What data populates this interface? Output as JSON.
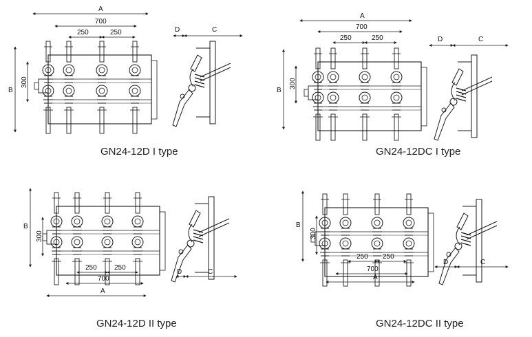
{
  "colors": {
    "ink": "#1a1a1a",
    "paper": "#ffffff"
  },
  "drawings": [
    {
      "caption": "GN24-12D I type",
      "dims": {
        "A": "A",
        "w700": "700",
        "p1": "250",
        "p2": "250",
        "B": "B",
        "h300": "300",
        "D": "D",
        "C": "C"
      }
    },
    {
      "caption": "GN24-12DC I type",
      "dims": {
        "A": "A",
        "w700": "700",
        "p1": "250",
        "p2": "250",
        "B": "B",
        "h300": "300",
        "D": "D",
        "C": "C"
      }
    },
    {
      "caption": "GN24-12D II type",
      "dims": {
        "A": "A",
        "w700": "700",
        "p1": "250",
        "p2": "250",
        "B": "B",
        "h300": "300",
        "D": "D",
        "C": "C"
      }
    },
    {
      "caption": "GN24-12DC II type",
      "dims": {
        "A": "A",
        "w700": "700",
        "p1": "250",
        "p2": "250",
        "B": "B",
        "h300": "300",
        "D": "D",
        "C": "C"
      }
    }
  ]
}
